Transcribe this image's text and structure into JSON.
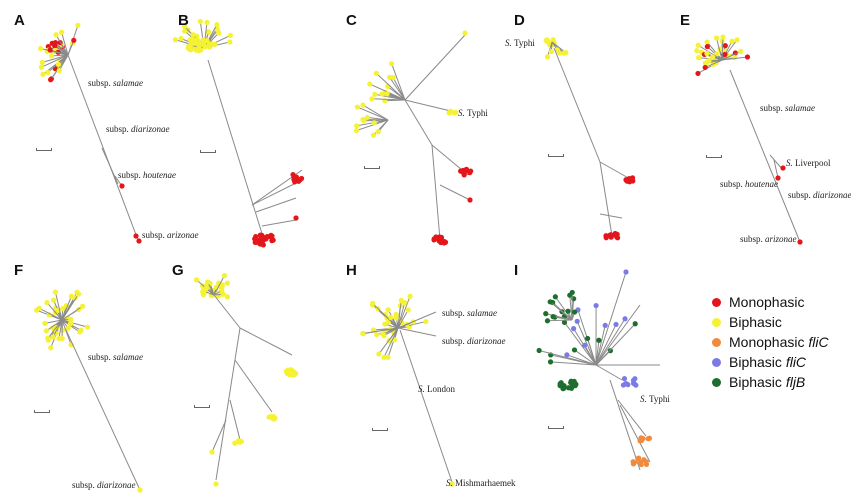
{
  "panels": [
    {
      "letter": "A"
    },
    {
      "letter": "B"
    },
    {
      "letter": "C"
    },
    {
      "letter": "D"
    },
    {
      "letter": "E"
    },
    {
      "letter": "F"
    },
    {
      "letter": "G"
    },
    {
      "letter": "H"
    },
    {
      "letter": "I"
    }
  ],
  "labels": {
    "a_salamae": {
      "prefix": "subsp. ",
      "name": "salamae"
    },
    "a_diarizonae": {
      "prefix": "subsp. ",
      "name": "diarizonae"
    },
    "a_houtenae": {
      "prefix": "subsp. ",
      "name": "houtenae"
    },
    "a_arizonae": {
      "prefix": "subsp. ",
      "name": "arizonae"
    },
    "c_typhi": {
      "prefix": "S. ",
      "name": "Typhi"
    },
    "d_typhi": {
      "prefix": "S. ",
      "name": "Typhi"
    },
    "e_salamae": {
      "prefix": "subsp. ",
      "name": "salamae"
    },
    "e_liverpool": {
      "prefix": "S. ",
      "name": "Liverpool"
    },
    "e_houtenae": {
      "prefix": "subsp. ",
      "name": "houtenae"
    },
    "e_diarizonae": {
      "prefix": "subsp. ",
      "name": "diarizonae"
    },
    "e_arizonae": {
      "prefix": "subsp. ",
      "name": "arizonae"
    },
    "f_salamae": {
      "prefix": "subsp. ",
      "name": "salamae"
    },
    "f_diarizonae": {
      "prefix": "subsp. ",
      "name": "diarizonae"
    },
    "h_salamae": {
      "prefix": "subsp. ",
      "name": "salamae"
    },
    "h_diarizonae": {
      "prefix": "subsp. ",
      "name": "diarizonae"
    },
    "h_london": {
      "prefix": "S. ",
      "name": "London"
    },
    "h_mishmarhaemek": {
      "prefix": "S. ",
      "name": "Mishmarhaemek"
    },
    "i_typhi": {
      "prefix": "S. ",
      "name": "Typhi"
    }
  },
  "legend": [
    {
      "label": "Monophasic",
      "color": "#e3161b"
    },
    {
      "label": "Biphasic",
      "color": "#f5f233"
    },
    {
      "label": "Monophasic ",
      "italic": "fliC",
      "color": "#f08a3c"
    },
    {
      "label": "Biphasic ",
      "italic": "fliC",
      "color": "#7b7be6"
    },
    {
      "label": "Biphasic ",
      "italic": "fljB",
      "color": "#1e6e2e"
    }
  ],
  "colors": {
    "monophasic": "#e3161b",
    "biphasic": "#f5f233",
    "monophasic_flic": "#f08a3c",
    "biphasic_flic": "#7b7be6",
    "biphasic_fljb": "#1e6e2e",
    "branch": "#8a8a8a"
  }
}
